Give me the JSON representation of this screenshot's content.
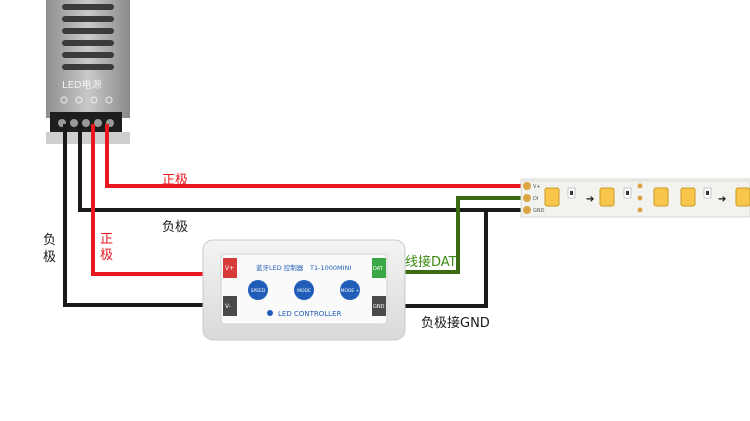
{
  "power_supply": {
    "label": "LED电源"
  },
  "labels": {
    "positive_top": "正极",
    "negative_mid": "负极",
    "negative_left": "负极",
    "positive_left": "正极",
    "signal": "信号线接DAT",
    "ground": "负极接GND"
  },
  "controller": {
    "title": "蓝牙LED 控制器",
    "model": "T1-1000MINI",
    "footer": "LED CONTROLLER",
    "left_terminal_top": "V+",
    "left_terminal_bottom": "V-",
    "right_terminal_top": "DAT",
    "right_terminal_bottom": "GND",
    "buttons": [
      {
        "label": "SPEED"
      },
      {
        "label": "MODE"
      },
      {
        "label": "MODE +"
      }
    ]
  },
  "led_strip": {
    "pads": [
      "V+",
      "DI",
      "GND"
    ]
  },
  "colors": {
    "positive_wire": "#e8191f",
    "negative_wire": "#1a1a1a",
    "signal_wire": "#3c6b14",
    "signal_label": "#3c8a14",
    "positive_label": "#e8191f",
    "strip": "#f2f2ee",
    "led": "#f7c64a",
    "controller_button": "#1f5db8"
  }
}
